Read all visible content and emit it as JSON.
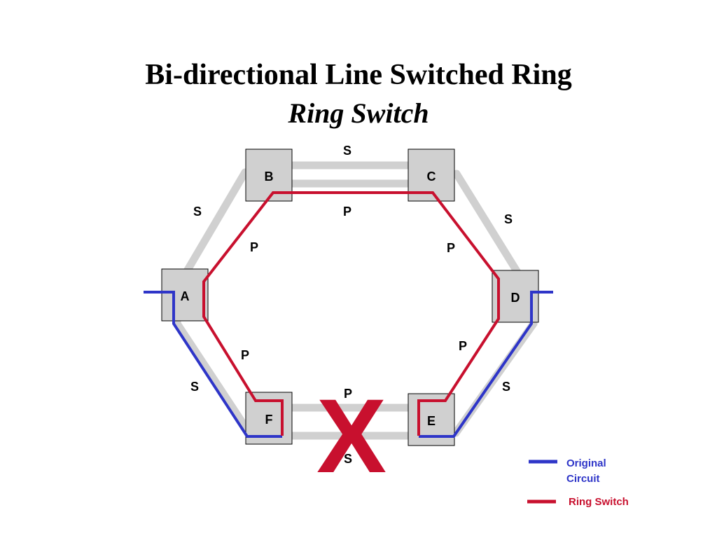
{
  "title": "Bi-directional Line Switched Ring",
  "subtitle": "Ring Switch",
  "nodes": {
    "a": "A",
    "b": "B",
    "c": "C",
    "d": "D",
    "e": "E",
    "f": "F"
  },
  "spans": {
    "bc_secondary": "S",
    "bc_primary": "P",
    "ab_secondary": "S",
    "ab_primary": "P",
    "cd_secondary": "S",
    "cd_primary": "P",
    "af_primary": "P",
    "af_secondary": "S",
    "de_primary": "P",
    "de_secondary": "S",
    "fe_primary": "P",
    "fe_secondary": "S"
  },
  "failure_mark": "X",
  "legend": {
    "original_circuit_line1": "Original",
    "original_circuit_line2": "Circuit",
    "ring_switch": "Ring Switch"
  },
  "colors": {
    "original_circuit": "#2e35c8",
    "ring_switch": "#c8102e",
    "secondary_fiber": "#d0d0d0",
    "node_fill": "#d0d0d0"
  }
}
